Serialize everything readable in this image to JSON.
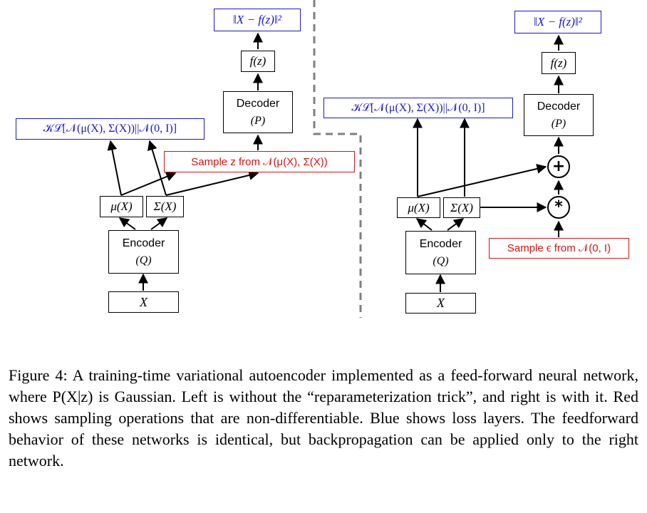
{
  "left": {
    "loss_recon": "‖X − f(z)‖²",
    "fz": "f(z)",
    "decoder": {
      "title": "Decoder",
      "sub": "(P)"
    },
    "kl": "𝒦ℒ[𝒩(μ(X), Σ(X))||𝒩(0, I)]",
    "sample": "Sample z from 𝒩(μ(X), Σ(X))",
    "mu": "μ(X)",
    "sigma": "Σ(X)",
    "encoder": {
      "title": "Encoder",
      "sub": "(Q)"
    },
    "input": "X"
  },
  "right": {
    "loss_recon": "‖X − f(z)‖²",
    "fz": "f(z)",
    "decoder": {
      "title": "Decoder",
      "sub": "(P)"
    },
    "kl": "𝒦ℒ[𝒩(μ(X), Σ(X))||𝒩(0, I)]",
    "plus": "+",
    "times": "*",
    "sample": "Sample ϵ from 𝒩(0, I)",
    "mu": "μ(X)",
    "sigma": "Σ(X)",
    "encoder": {
      "title": "Encoder",
      "sub": "(Q)"
    },
    "input": "X"
  },
  "colors": {
    "loss": "#1a1acc",
    "sampling": "#dd1111",
    "divider": "#7f7f7f"
  },
  "caption": "Figure 4: A training-time variational autoencoder implemented as a feed-forward neural network, where P(X|z) is Gaussian. Left is without the “reparameterization trick”, and right is with it. Red shows sampling operations that are non-differentiable. Blue shows loss layers. The feedforward behavior of these networks is identical, but backpropagation can be applied only to the right network."
}
